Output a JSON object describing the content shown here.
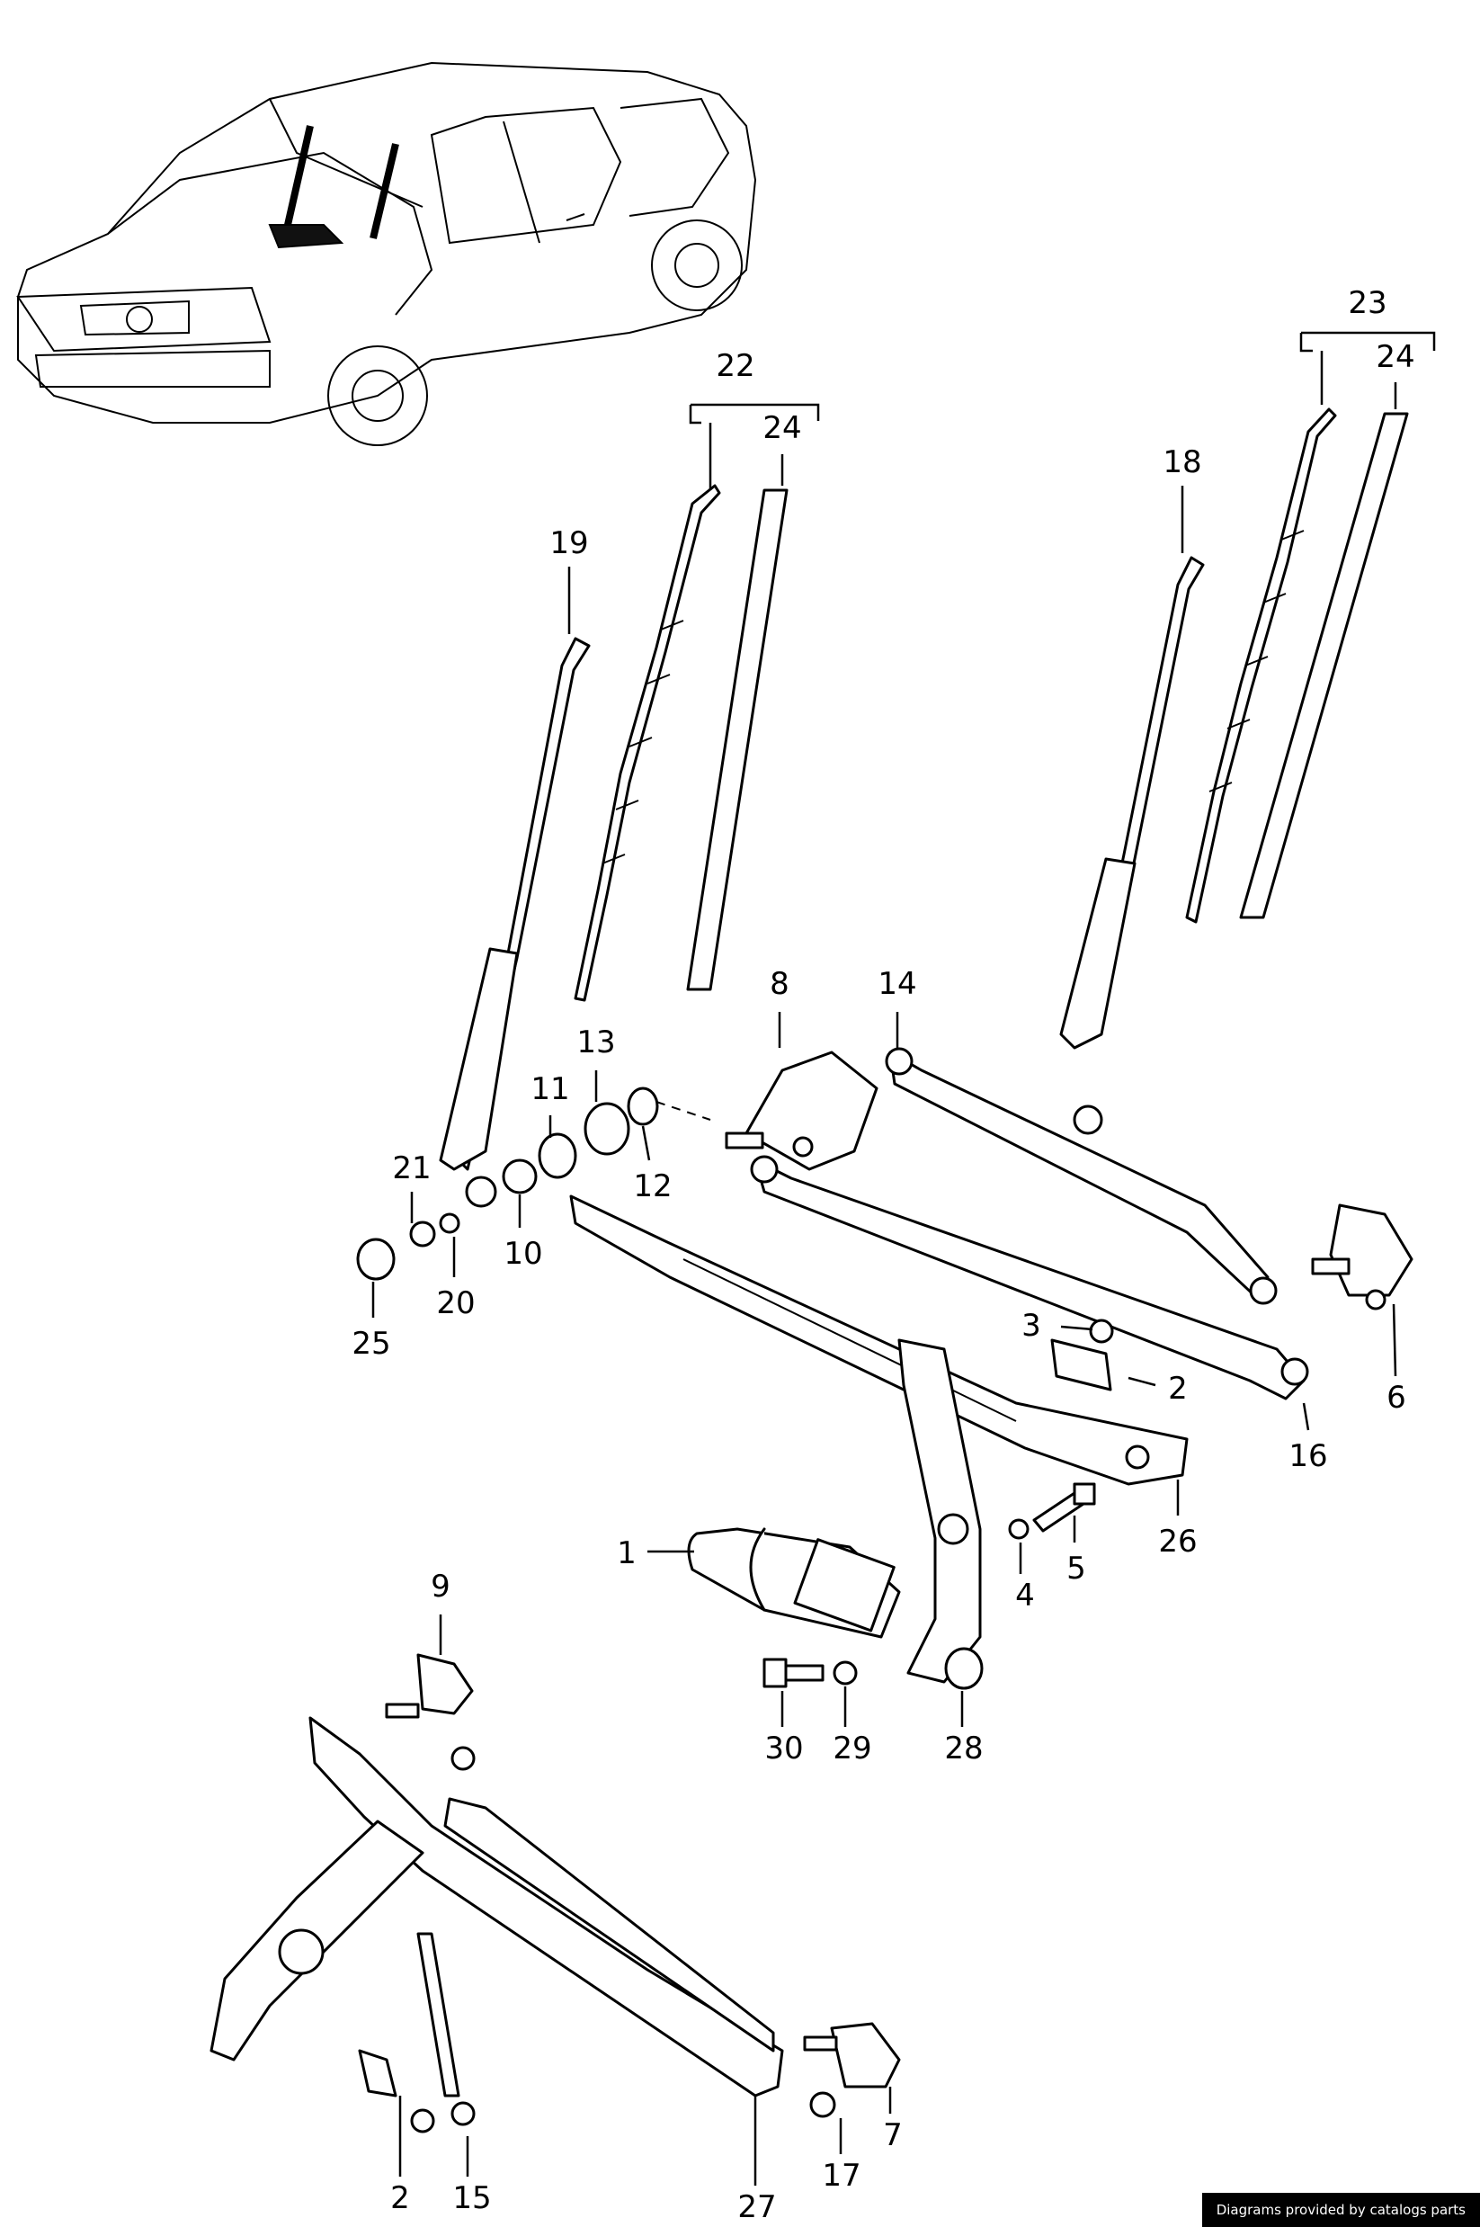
{
  "credit": "Diagrams provided by catalogs parts",
  "labels": {
    "l1": "1",
    "l2a": "2",
    "l2b": "2",
    "l3": "3",
    "l4": "4",
    "l5": "5",
    "l6": "6",
    "l7": "7",
    "l8": "8",
    "l9": "9",
    "l10": "10",
    "l11": "11",
    "l12": "12",
    "l13": "13",
    "l14": "14",
    "l15": "15",
    "l16": "16",
    "l17": "17",
    "l18": "18",
    "l19": "19",
    "l20": "20",
    "l21": "21",
    "l22": "22",
    "l23": "23",
    "l24a": "24",
    "l24b": "24",
    "l25": "25",
    "l26": "26",
    "l27": "27",
    "l28": "28",
    "l29": "29",
    "l30": "30"
  }
}
